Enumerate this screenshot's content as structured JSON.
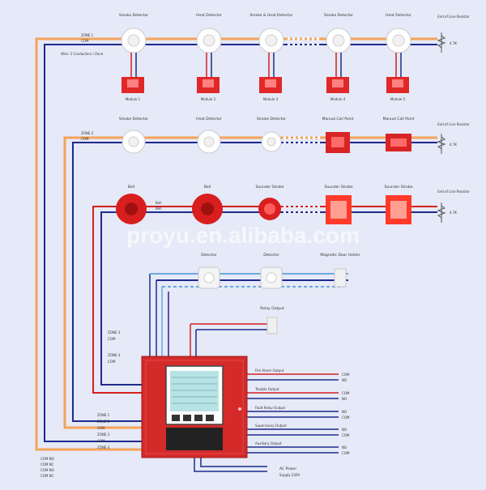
{
  "watermark": "proyu.en.alibaba.com",
  "colors": {
    "background": "#e6e9f7",
    "wire_orange": "#f4a35a",
    "wire_blue": "#1d2a8c",
    "wire_red": "#d42020",
    "wire_light_blue": "#6aa8e0",
    "panel_red": "#d42a2a",
    "screen_teal": "#b8e3e4"
  },
  "row1": {
    "wire_labels": [
      "ZONE 1",
      "COM"
    ],
    "wire_note": "Wire: 2 Conductors / Zone",
    "detectors": [
      "Smoke Detector",
      "Heat Detector",
      "Smoke & Heat Detector",
      "Smoke Detector",
      "Heat Detector"
    ],
    "modules": [
      "Module 1",
      "Module 2",
      "Module 3",
      "Module 4",
      "Module 5"
    ],
    "end_label": "End of Line Resistor",
    "end_value": "4.7K"
  },
  "row2": {
    "wire_labels": [
      "ZONE 2",
      "COM"
    ],
    "devices": [
      "Smoke Detector",
      "Heat Detector",
      "Smoke Detector",
      "Manual Call Point",
      "Manual Call Point"
    ],
    "end_label": "End of Line Resistor",
    "end_value": "4.7K"
  },
  "row3": {
    "wire_labels": [
      "Bell",
      "Bell"
    ],
    "devices": [
      "Bell",
      "Bell",
      "Sounder Strobe",
      "Sounder Strobe",
      "Sounder Strobe"
    ],
    "end_label": "End of Line Resistor",
    "end_value": "4.7K"
  },
  "row4": {
    "devices": [
      "Detector",
      "Detector",
      "Magnetic Door Holder"
    ]
  },
  "relay": {
    "label": "Relay Output"
  },
  "left_annotations": [
    "ZONE 3",
    "COM",
    "ZONE 4",
    "COM"
  ],
  "bottom_left_labels": [
    "ZONE 1",
    "ZONE 2",
    "COM",
    "ZONE 3",
    "COM",
    "ZONE 4"
  ],
  "legend": [
    "COM NO",
    "COM NC",
    "COM NO",
    "COM NC"
  ],
  "right_outputs": [
    {
      "label": "Fire Alarm Output",
      "terms": [
        "COM",
        "NO"
      ]
    },
    {
      "label": "Trouble Output",
      "terms": [
        "COM",
        "NO"
      ]
    },
    {
      "label": "Fault Relay Output",
      "terms": [
        "NO",
        "COM"
      ]
    },
    {
      "label": "Supervisory Output",
      "terms": [
        "NO",
        "COM"
      ]
    },
    {
      "label": "Auxiliary Output",
      "terms": [
        "NO",
        "COM"
      ]
    }
  ],
  "power": {
    "label": "AC Power",
    "sub": "Supply 220V"
  },
  "panel": {
    "buttons": [
      "",
      "",
      "",
      ""
    ]
  }
}
